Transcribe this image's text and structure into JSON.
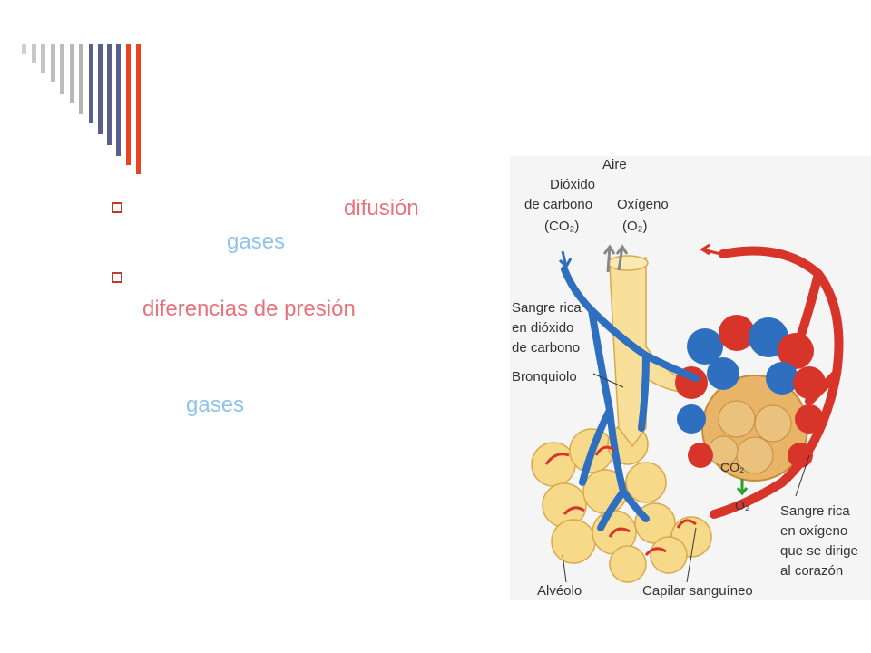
{
  "bullets": [
    {
      "highlight1": "difusión",
      "highlight2": "gases"
    },
    {
      "highlight1": "diferencias de presión",
      "highlight2": "gases"
    }
  ],
  "diagram": {
    "aire": "Aire",
    "dioxido_line1": "Dióxido",
    "dioxido_line2": "de carbono",
    "dioxido_formula": "(CO₂)",
    "oxigeno": "Oxígeno",
    "oxigeno_formula": "(O₂)",
    "sangre_co2_line1": "Sangre rica",
    "sangre_co2_line2": "en dióxido",
    "sangre_co2_line3": "de carbono",
    "bronquiolo": "Bronquiolo",
    "co2_small": "CO₂",
    "o2_small": "O₂",
    "sangre_o2_line1": "Sangre rica",
    "sangre_o2_line2": "en oxígeno",
    "sangre_o2_line3": "que se dirige",
    "sangre_o2_line4": "al corazón",
    "alveolo": "Alvéolo",
    "capilar": "Capilar sanguíneo"
  },
  "colors": {
    "accent_red": "#e8441f",
    "stripe_gray": "#b8b8b8",
    "stripe_blue": "#5a5f8a",
    "highlight_pink": "#e8737a",
    "highlight_blue": "#8fc3ea"
  }
}
